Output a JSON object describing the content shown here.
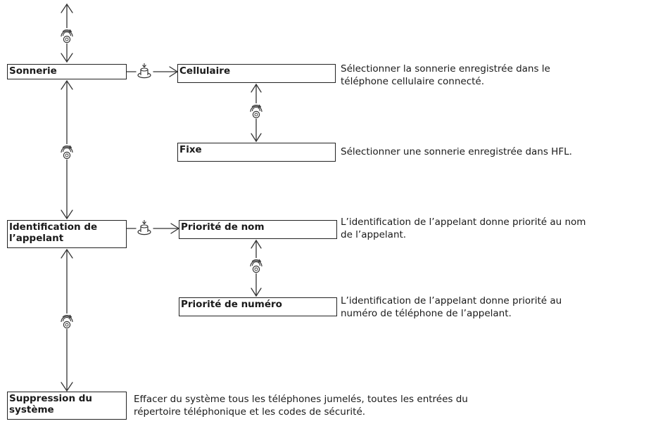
{
  "menu": [
    {
      "label": "Sonnerie",
      "options": [
        {
          "label": "Cellulaire",
          "description": "Sélectionner la sonnerie enregistrée dans le\ntéléphone cellulaire connecté."
        },
        {
          "label": "Fixe",
          "description": "Sélectionner une sonnerie enregistrée dans HFL."
        }
      ]
    },
    {
      "label": "Identification de\nl’appelant",
      "options": [
        {
          "label": "Priorité de nom",
          "description": "L’identification de l’appelant donne priorité au nom\nde l’appelant."
        },
        {
          "label": "Priorité de numéro",
          "description": "L’identification de l’appelant donne priorité au\nnuméro de téléphone de l’appelant."
        }
      ]
    },
    {
      "label": "Suppression du\nsystème",
      "description": "Effacer du système tous les téléphones jumelés, toutes les entrées du\nrépertoire téléphonique et les codes de sécurité."
    }
  ],
  "icons": {
    "scroll": "phone-knob-scroll-icon",
    "select": "knob-press-select-icon"
  }
}
